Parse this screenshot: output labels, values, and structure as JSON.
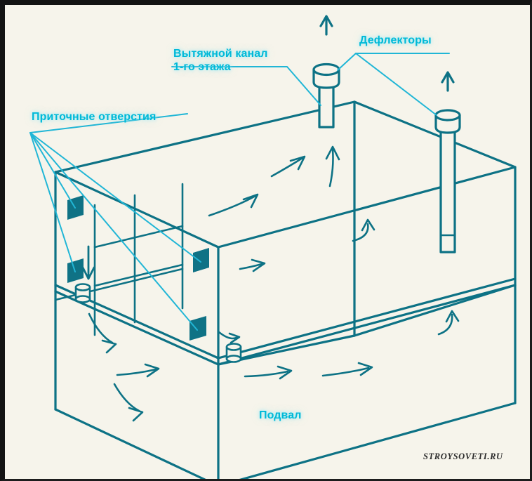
{
  "image": {
    "title": "Схема вентиляции подвала и 1-го этажа",
    "background_color": "#f6f4eb",
    "border_color": "#131313",
    "line_color": "#0d7285",
    "accent_color": "#00b9d8",
    "vent_fill_color": "#0f7285",
    "leader_color": "#21b6d6"
  },
  "labels": {
    "exhaust_duct": "Вытяжной канал\n1-го этажа",
    "deflectors": "Дефлекторы",
    "supply_openings": "Приточные отверстия",
    "basement": "Подвал"
  },
  "watermark": "STROYSOVETI.RU",
  "icons": {
    "deflector_left": "deflector-pipe-icon",
    "deflector_right": "deflector-pipe-icon",
    "floor_duct_left": "floor-duct-icon",
    "floor_duct_right": "floor-duct-icon",
    "supply_vent": "supply-vent-icon",
    "airflow": "airflow-arrow-icon",
    "exhaust_up": "exhaust-up-arrow-icon"
  },
  "counts": {
    "supply_vents": 4,
    "deflectors": 2,
    "floor_ducts": 2,
    "airflow_arrows": 12
  }
}
